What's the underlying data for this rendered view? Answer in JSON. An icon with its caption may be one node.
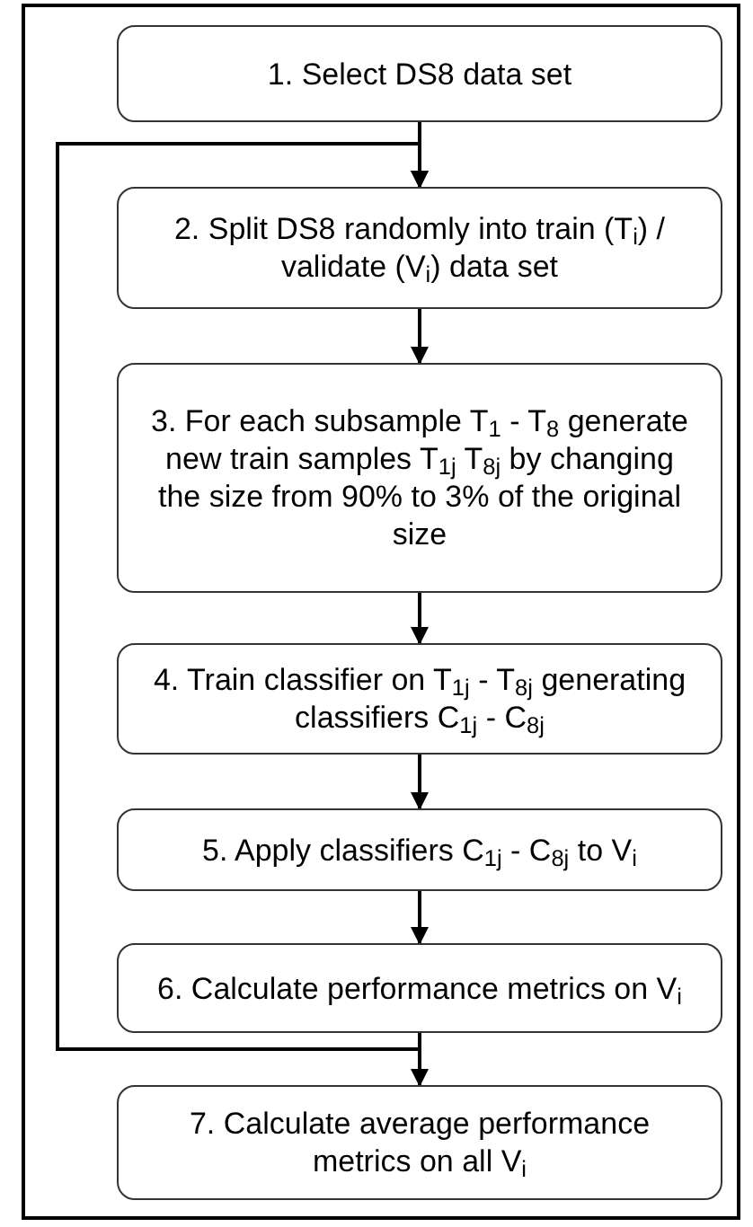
{
  "diagram": {
    "nodes": [
      {
        "text": [
          "1. Select DS8 data set"
        ]
      },
      {
        "text": [
          "2. Split DS8 randomly into train (T$_{i}$) / validate (V$_{i}$) data set"
        ]
      },
      {
        "text": [
          "3. For each subsample T$_{1}$ - T$_{8}$ generate new train samples T$_{1j}$ T$_{8j}$ by changing the size from 90% to 3% of the original size"
        ]
      },
      {
        "text": [
          "4. Train classifier on T$_{1j}$ - T$_{8j}$ generating classifiers C$_{1j}$ - C$_{8j}$"
        ]
      },
      {
        "text": [
          "5. Apply classifiers C$_{1j}$ - C$_{8j}$ to V$_{i}$"
        ]
      },
      {
        "text": [
          "6. Calculate performance metrics on V$_{i}$"
        ]
      },
      {
        "text": [
          "7. Calculate average performance metrics on all V$_{i}$"
        ]
      }
    ],
    "edges": [
      {
        "from": 0,
        "to": 1,
        "arrow": "to"
      },
      {
        "from": 1,
        "to": 2,
        "arrow": "to"
      },
      {
        "from": 2,
        "to": 3,
        "arrow": "to"
      },
      {
        "from": 3,
        "to": 4,
        "arrow": "to"
      },
      {
        "from": 4,
        "to": 5,
        "arrow": "to"
      },
      {
        "from": 5,
        "to": 6,
        "arrow": "to"
      },
      {
        "from": 5,
        "to": 1,
        "arrow": "to"
      }
    ]
  }
}
